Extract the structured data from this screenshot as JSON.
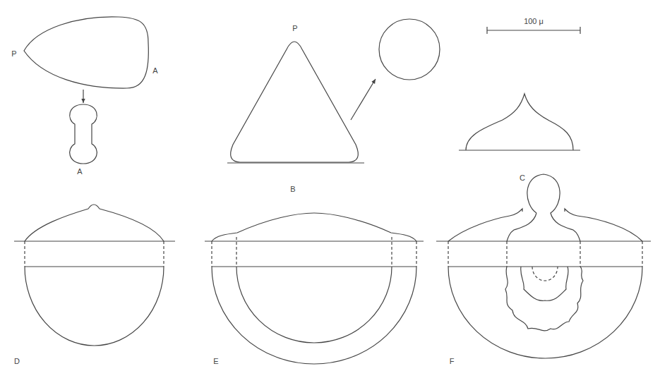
{
  "diagram": {
    "labels": [
      "P",
      "A",
      "P",
      "100 μ",
      "A",
      "B",
      "C",
      "D",
      "E",
      "F"
    ]
  }
}
